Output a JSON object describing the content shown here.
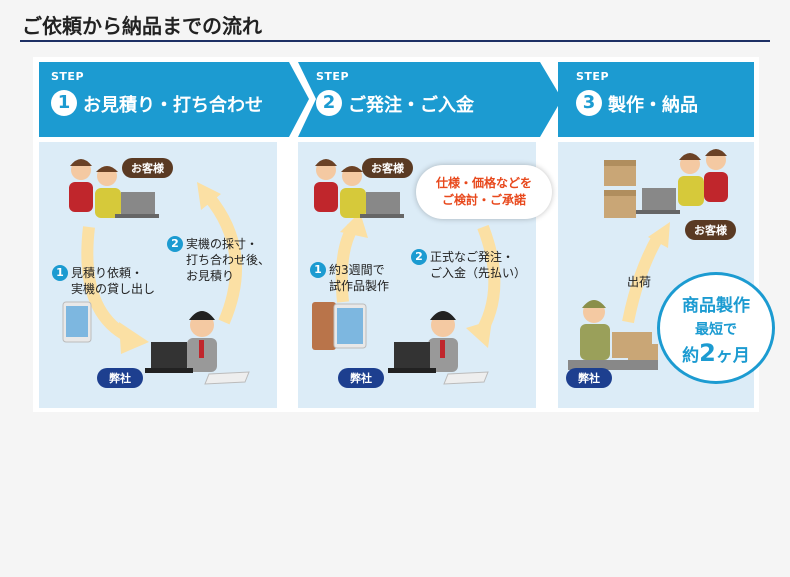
{
  "title": "ご依頼から納品までの流れ",
  "colors": {
    "accent": "#1c9bd1",
    "navy": "#1d3f8f",
    "brown": "#5a3a23",
    "orange": "#e8491d",
    "panel": "#dcecf7",
    "arrow": "#fbe0a4"
  },
  "steps": [
    {
      "label": "STEP",
      "number": "1",
      "title": "お見積り・打ち合わせ"
    },
    {
      "label": "STEP",
      "number": "2",
      "title": "ご発注・ご入金"
    },
    {
      "label": "STEP",
      "number": "3",
      "title": "製作・納品"
    }
  ],
  "panel1": {
    "customer": "お客様",
    "company": "弊社",
    "note1": {
      "n": "1",
      "line1": "見積り依頼・",
      "line2": "実機の貸し出し"
    },
    "note2": {
      "n": "2",
      "line1": "実機の採寸・",
      "line2": "打ち合わせ後、",
      "line3": "お見積り"
    }
  },
  "panel2": {
    "customer": "お客様",
    "company": "弊社",
    "speech": {
      "line1": "仕様・価格などを",
      "line2": "ご検討・ご承諾"
    },
    "note1": {
      "n": "1",
      "line1": "約3週間で",
      "line2": "試作品製作"
    },
    "note2": {
      "n": "2",
      "line1": "正式なご発注・",
      "line2": "ご入金（先払い）"
    }
  },
  "panel3": {
    "customer": "お客様",
    "company": "弊社",
    "ship": "出荷",
    "badge": {
      "line1": "商品製作",
      "line2": "最短で",
      "line3_pre": "約",
      "line3_num": "2",
      "line3_post": "ヶ月"
    }
  }
}
